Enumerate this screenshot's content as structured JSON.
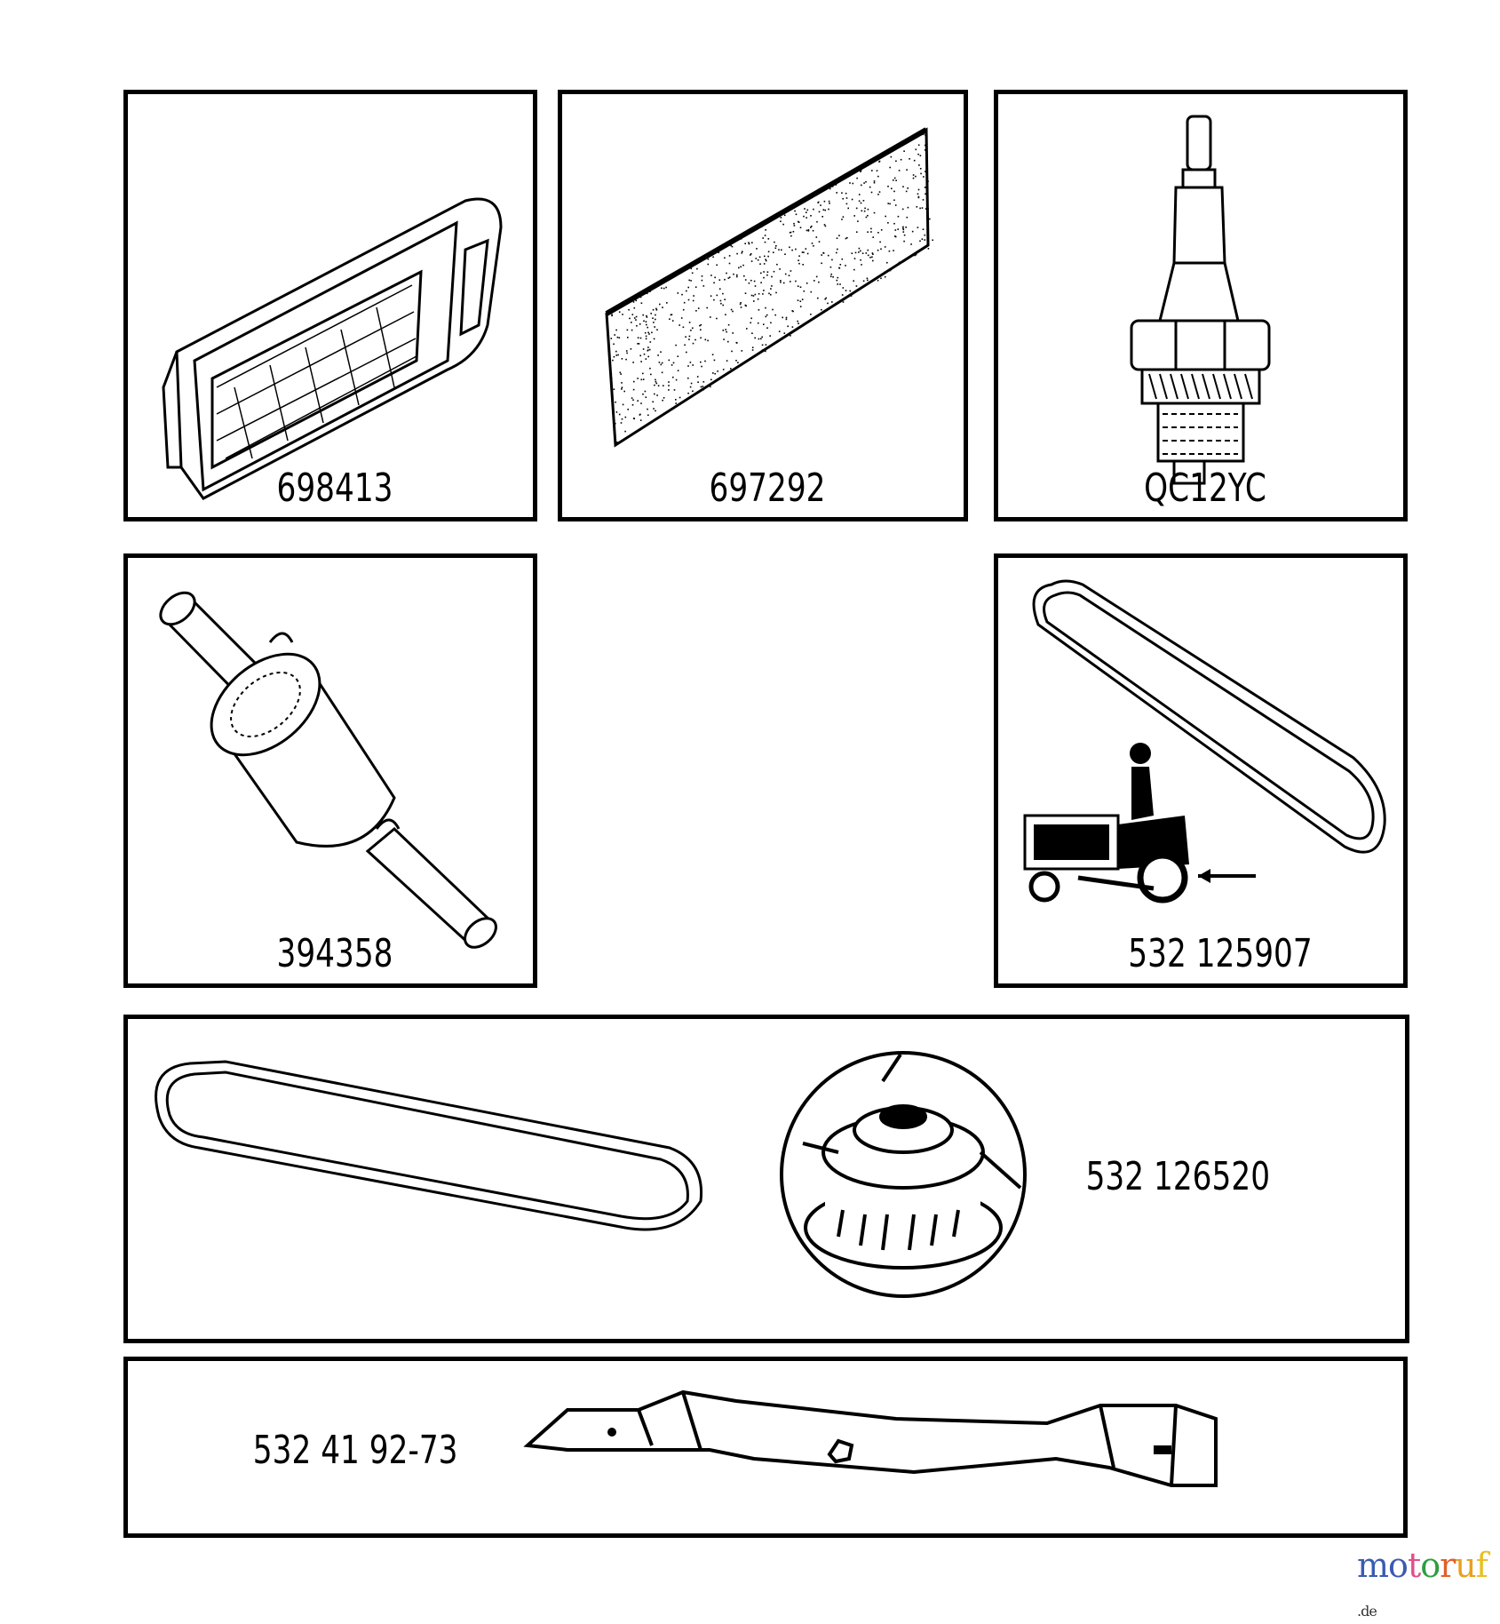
{
  "parts": [
    {
      "id": "air-filter",
      "part_number": "698413"
    },
    {
      "id": "pre-filter",
      "part_number": "697292"
    },
    {
      "id": "spark-plug",
      "part_number": "QC12YC"
    },
    {
      "id": "fuel-filter",
      "part_number": "394358"
    },
    {
      "id": "drive-belt",
      "part_number": "532 125907"
    },
    {
      "id": "deck-belt-pulley",
      "part_number": "532 126520"
    },
    {
      "id": "blade",
      "part_number": "532 41 92-73"
    }
  ],
  "watermark": {
    "text": "motoruf",
    "suffix": ".de",
    "letter_colors": [
      "#3b5bb0",
      "#3b5bb0",
      "#e0508a",
      "#2e9e3e",
      "#e0602a",
      "#e8a020",
      "#e8c020"
    ]
  }
}
